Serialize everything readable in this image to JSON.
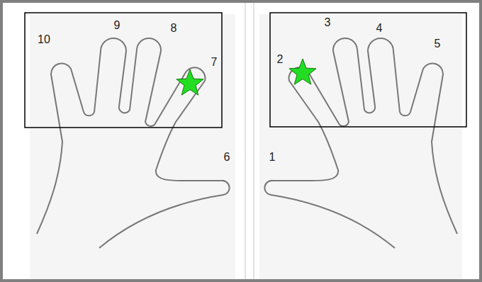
{
  "diagram": {
    "labels": [
      "10",
      "9",
      "8",
      "7",
      "6",
      "1",
      "2",
      "3",
      "4",
      "5"
    ]
  }
}
